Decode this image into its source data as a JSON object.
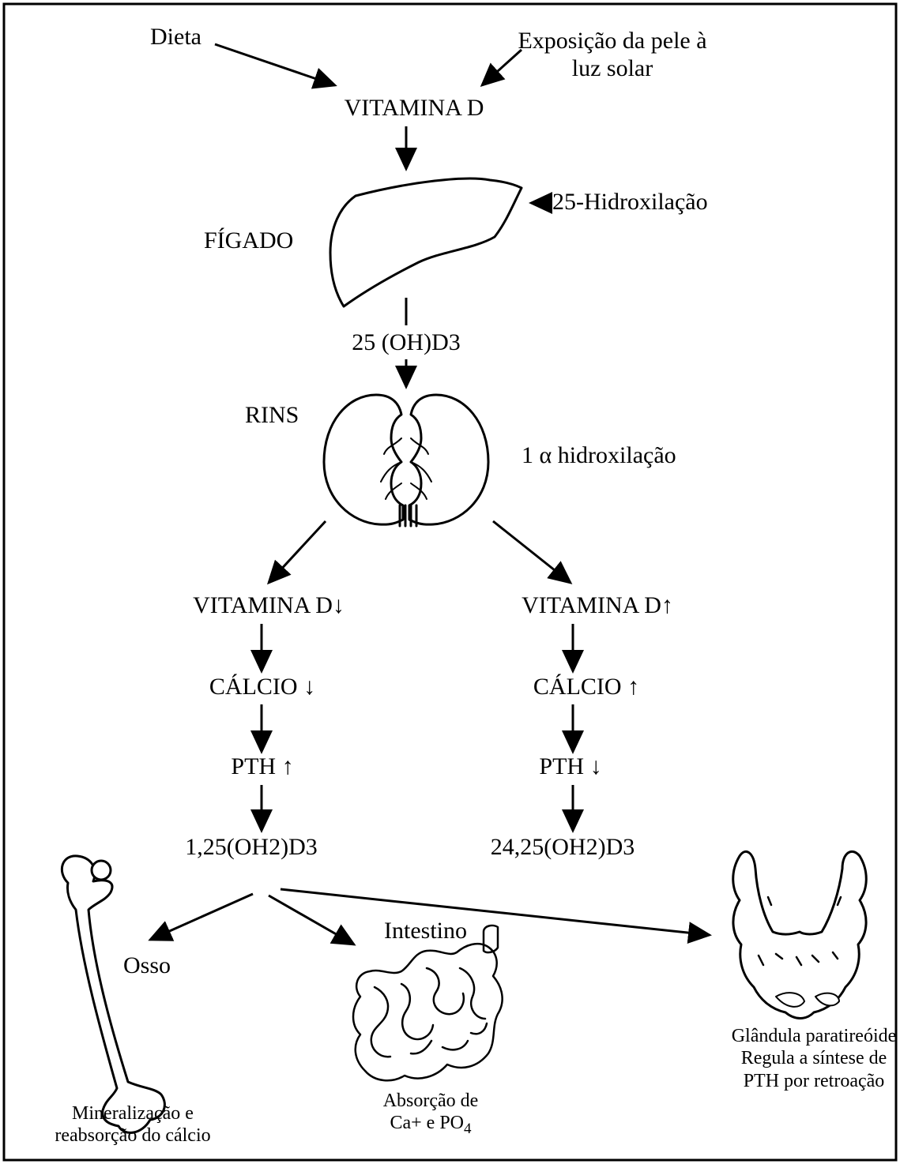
{
  "labels": {
    "diet": "Dieta",
    "sun_line1": "Exposição da pele à",
    "sun_line2": "luz solar",
    "vitamin_d": "VITAMINA D",
    "hydroxylation_25": "25-Hidroxilação",
    "liver": "FÍGADO",
    "metabolite_25ohd3": "25 (OH)D3",
    "kidneys": "RINS",
    "hydroxylation_1a": "1 α hidroxilação",
    "left_branch": {
      "vitamin": "VITAMINA D↓",
      "calcium": "CÁLCIO ↓",
      "pth": "PTH ↑",
      "product": "1,25(OH2)D3"
    },
    "right_branch": {
      "vitamin": "VITAMINA D↑",
      "calcium": "CÁLCIO ↑",
      "pth": "PTH ↓",
      "product": "24,25(OH2)D3"
    },
    "bone": "Osso",
    "intestine": "Intestino",
    "bone_caption_line1": "Mineralização e",
    "bone_caption_line2": "reabsorção do cálcio",
    "intestine_caption_line1": "Absorção de",
    "intestine_caption_line2_prefix": "Ca+ e PO",
    "intestine_caption_line2_sub": "4",
    "parathyroid_line1": "Glândula paratireóide",
    "parathyroid_line2": "Regula a síntese de",
    "parathyroid_line3": "PTH por retroação"
  },
  "colors": {
    "ink": "#000000",
    "background": "#ffffff"
  },
  "icons": [
    "liver-icon",
    "kidneys-icon",
    "femur-bone-icon",
    "intestine-icon",
    "parathyroid-gland-icon"
  ]
}
